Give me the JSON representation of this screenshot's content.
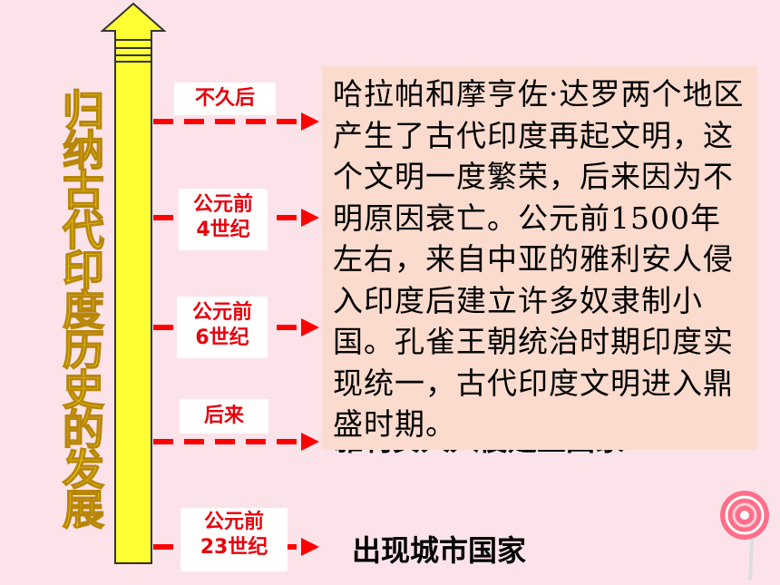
{
  "title_chars": [
    "归",
    "纳",
    "古",
    "代",
    "印",
    "度",
    "历",
    "史",
    "的",
    "发",
    "展"
  ],
  "labels": [
    {
      "lines": [
        "不久后"
      ]
    },
    {
      "lines": [
        "公元前",
        "4世纪"
      ]
    },
    {
      "lines": [
        "公元前",
        "6世纪"
      ]
    },
    {
      "lines": [
        "后来"
      ]
    },
    {
      "lines": [
        "公元前",
        "23世纪"
      ]
    }
  ],
  "main_text": "哈拉帕和摩亨佐·达罗两个地区产生了古代印度再起文明，这个文明一度繁荣，后来因为不明原因衰亡。公元前1500年左右，来自中亚的雅利安人侵入印度后建立许多奴隶制小国。孔雀王朝统治时期印度实现统一，古代印度文明进入鼎盛时期。",
  "behind_text": "雅利安人入侵建立国家",
  "city_text": "出现城市国家",
  "colors": {
    "background": "#fce3ea",
    "bar": "#ffff33",
    "arrow": "#ff0000",
    "label_text": "#e8000b",
    "text_box": "#fadbcd"
  },
  "icons": [
    "lollipop-icon"
  ]
}
